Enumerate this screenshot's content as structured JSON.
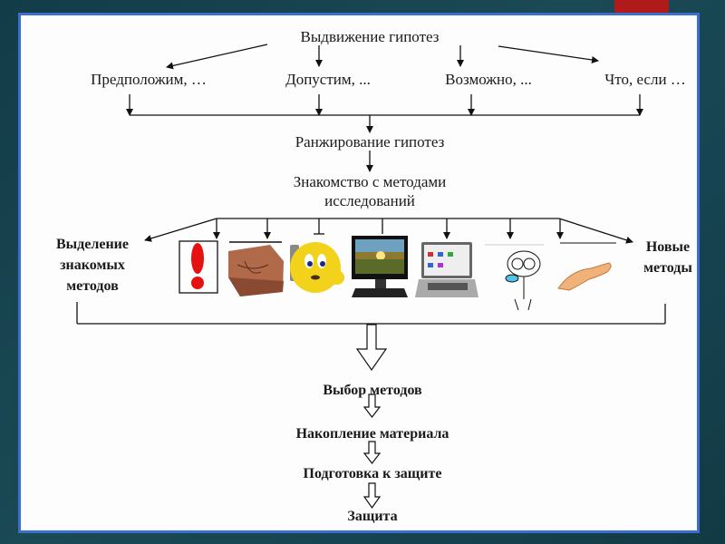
{
  "slide": {
    "accent_color": "#3a6fd0",
    "background_color": "#174452",
    "tab_color": "#b01a1a"
  },
  "diagram": {
    "root": "Выдвижение гипотез",
    "hypotheses": [
      "Предположим, …",
      "Допустим, ...",
      "Возможно, ...",
      "Что, если …"
    ],
    "ranking": "Ранжирование гипотез",
    "methods_intro_line1": "Знакомство с методами",
    "methods_intro_line2": "исследований",
    "known_methods": [
      "Выделение",
      "знакомых",
      "методов"
    ],
    "new_methods": [
      "Новые",
      "методы"
    ],
    "method_icons": [
      "exclamation-icon",
      "book-icon",
      "phone-smiley-icon",
      "tv-icon",
      "laptop-icon",
      "stick-figure-icon",
      "hand-icon"
    ],
    "steps": [
      "Выбор  методов",
      "Накопление материала",
      "Подготовка к защите",
      "Защита"
    ]
  }
}
